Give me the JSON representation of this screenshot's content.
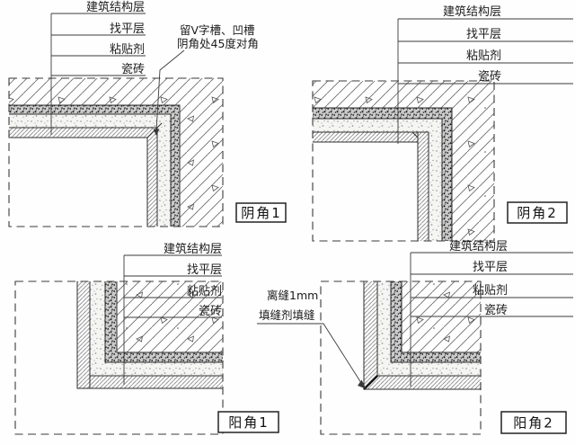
{
  "figure": {
    "type": "construction-detail-drawing",
    "colors": {
      "line": "#3a3a3a",
      "text": "#1b1b1b",
      "grout_joint": "#151515",
      "leveling_fill": "#cfcfcf",
      "adhesive_fill": "#f5f5f4",
      "background": "#fefefe"
    },
    "patterns": {
      "structure": "diagonal-hatch-with-aggregate-triangles",
      "leveling": "dark-stipple",
      "adhesive": "light-stipple",
      "tile": "fine-diagonal-hatch"
    }
  },
  "panels": {
    "yin_jiao_1": {
      "title": "阴角1",
      "layer_labels": [
        "建筑结构层",
        "找平层",
        "粘贴剂",
        "瓷砖"
      ],
      "note": {
        "line1": "留V字槽、凹槽",
        "line2": "阴角处45度对角"
      }
    },
    "yin_jiao_2": {
      "title": "阴角2",
      "layer_labels": [
        "建筑结构层",
        "找平层",
        "粘贴剂",
        "瓷砖"
      ]
    },
    "yang_jiao_1": {
      "title": "阳角1",
      "layer_labels": [
        "建筑结构层",
        "找平层",
        "粘贴剂",
        "瓷砖"
      ]
    },
    "yang_jiao_2": {
      "title": "阳角2",
      "layer_labels": [
        "建筑结构层",
        "找平层",
        "粘贴剂",
        "瓷砖"
      ],
      "note": {
        "line1": "离缝1mm",
        "line2": "填缝剂填缝"
      }
    }
  }
}
